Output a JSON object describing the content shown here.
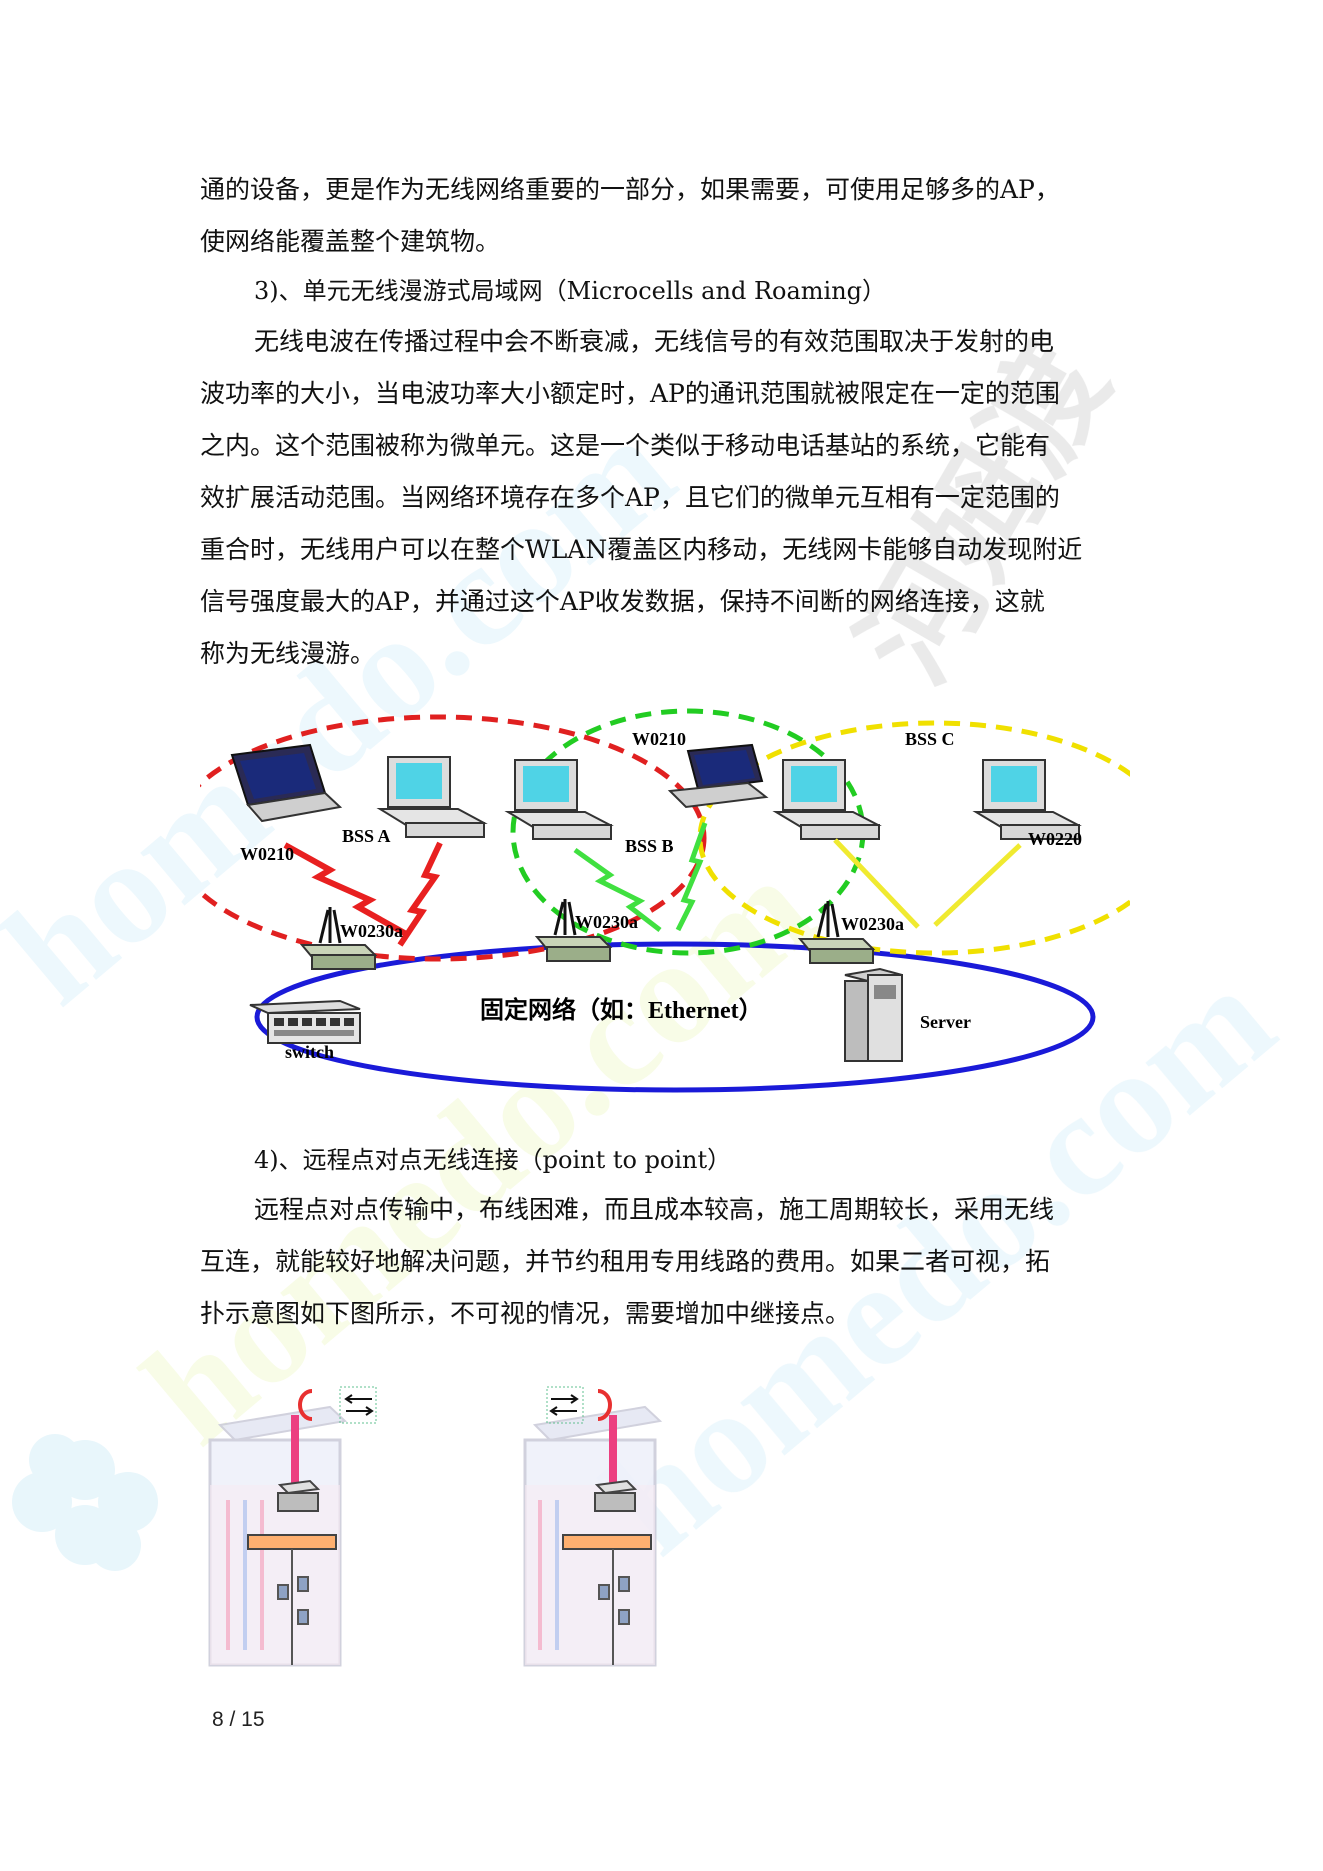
{
  "paragraphs": {
    "p1": [
      "通的设备，更是作为无线网络重要的一部分，如果需要，可使用足够多的AP，",
      "使网络能覆盖整个建筑物。"
    ],
    "h3": "3)、单元无线漫游式局域网（Microcells and Roaming）",
    "p2": [
      "无线电波在传播过程中会不断衰减，无线信号的有效范围取决于发射的电",
      "波功率的大小，当电波功率大小额定时，AP的通讯范围就被限定在一定的范围",
      "之内。这个范围被称为微单元。这是一个类似于移动电话基站的系统，它能有",
      "效扩展活动范围。当网络环境存在多个AP，且它们的微单元互相有一定范围的",
      "重合时，无线用户可以在整个WLAN覆盖区内移动，无线网卡能够自动发现附近",
      "信号强度最大的AP，并通过这个AP收发数据，保持不间断的网络连接，这就",
      "称为无线漫游。"
    ],
    "h4": "4)、远程点对点无线连接（point to point）",
    "p3": [
      "远程点对点传输中，布线困难，而且成本较高，施工周期较长，采用无线",
      "互连，就能较好地解决问题，并节约租用专用线路的费用。如果二者可视，拓",
      "扑示意图如下图所示，不可视的情况，需要增加中继接点。"
    ]
  },
  "roaming_diagram": {
    "cell_a_label": "BSS A",
    "cell_b_label": "BSS B",
    "cell_c_label": "BSS C",
    "client_a_label": "W0210",
    "client_b_label": "W0210",
    "client_c_label": "W0220",
    "ap_a_label": "W0230a",
    "ap_b_label": "W0230a",
    "ap_c_label": "W0230a",
    "network_label": "固定网络（如：Ethernet）",
    "switch_label": "switch",
    "server_label": "Server",
    "colors": {
      "cell_a": "#e02020",
      "cell_b": "#22cc22",
      "cell_c": "#f0e000",
      "backbone": "#1a1ad8"
    }
  },
  "watermark": {
    "text": "河姆渡",
    "site_text": "homedo.com"
  },
  "footer": {
    "page": "8 / 15"
  }
}
